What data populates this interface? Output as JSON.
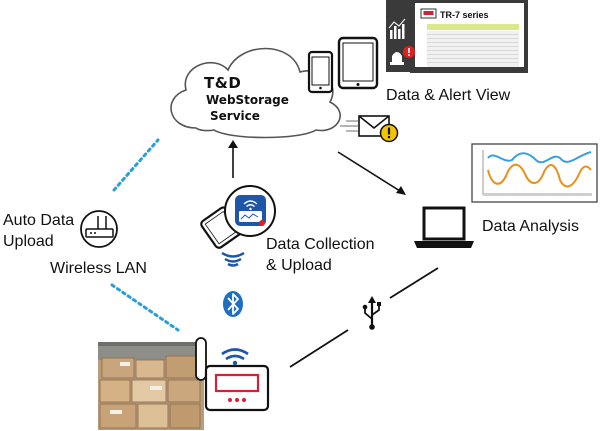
{
  "cloud": {
    "line1": "T&D",
    "line2": "WebStorage",
    "line3": "Service"
  },
  "panel": {
    "title": "TR-7 series"
  },
  "labels": {
    "data_alert_view": "Data & Alert View",
    "data_analysis": "Data Analysis",
    "auto_upload_line1": "Auto Data",
    "auto_upload_line2": "Upload",
    "wireless_lan": "Wireless LAN",
    "collection_line1": "Data Collection",
    "collection_line2": "& Upload"
  },
  "icons": [
    "cloud-icon",
    "smartphone-icon",
    "tablet-icon",
    "chart-icon",
    "alarm-icon",
    "envelope-icon",
    "warning-icon",
    "laptop-icon",
    "router-icon",
    "wifi-icon",
    "bluetooth-icon",
    "usb-icon",
    "data-logger-icon",
    "warehouse-photo"
  ],
  "colors": {
    "dotted_line": "#2a9fd6",
    "panel_stripe": "#dbe88c",
    "chart_blue": "#3aa0dc",
    "chart_orange": "#e8901e",
    "warning": "#f2c500",
    "alarm_red": "#e02020",
    "logger_red": "#d4213a",
    "bluetooth": "#1f6fc0"
  }
}
